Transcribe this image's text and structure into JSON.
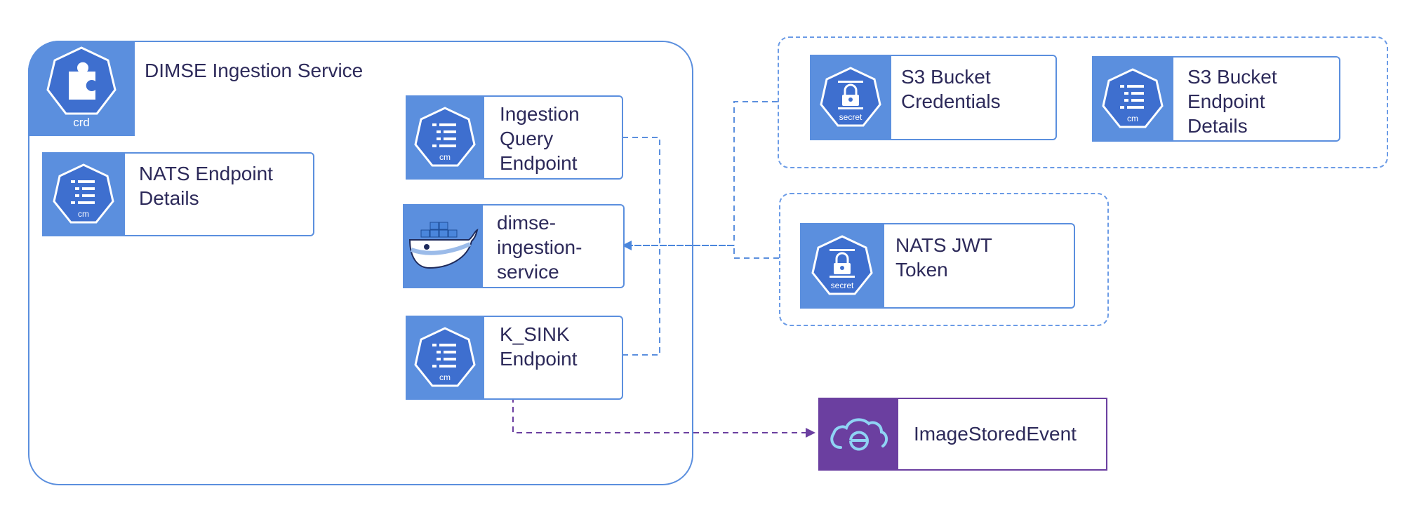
{
  "group": {
    "title": "DIMSE Ingestion Service",
    "crd_badge": "crd"
  },
  "nodes": {
    "nats_endpoint": {
      "label": "NATS Endpoint Details",
      "badge": "cm",
      "icon": "configmap-icon"
    },
    "ingestion_query": {
      "label": "Ingestion Query Endpoint",
      "badge": "cm",
      "icon": "configmap-icon"
    },
    "dimse_service": {
      "label": "dimse-ingestion-service",
      "icon": "docker-whale-icon"
    },
    "k_sink": {
      "label": "K_SINK Endpoint",
      "badge": "cm",
      "icon": "configmap-icon"
    },
    "s3_credentials": {
      "label": "S3 Bucket Credentials",
      "badge": "secret",
      "icon": "secret-icon"
    },
    "s3_endpoint": {
      "label": "S3 Bucket Endpoint Details",
      "badge": "cm",
      "icon": "configmap-icon"
    },
    "nats_jwt": {
      "label": "NATS JWT Token",
      "badge": "secret",
      "icon": "secret-icon"
    },
    "image_event": {
      "label": "ImageStoredEvent",
      "icon": "cloud-event-icon"
    }
  },
  "colors": {
    "primary": "#5b8fde",
    "event": "#6b3fa0",
    "text": "#2d2a5a"
  }
}
